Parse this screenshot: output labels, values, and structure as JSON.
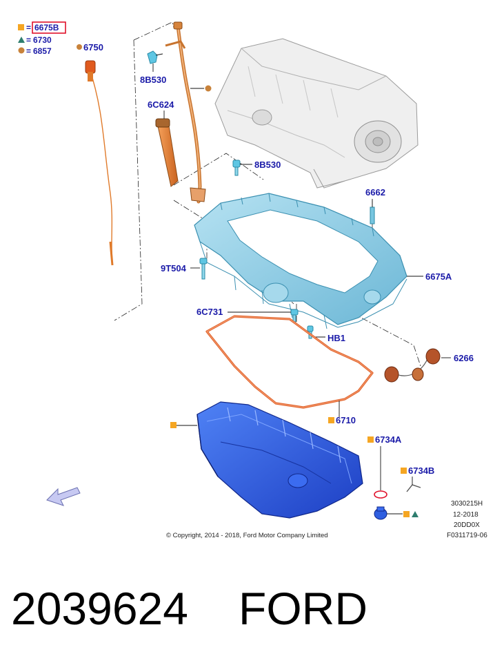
{
  "legend": {
    "square": {
      "label": "6675B",
      "symbol": "=",
      "color": "#f5a623"
    },
    "triangle": {
      "label": "6730",
      "symbol": "=",
      "color": "#2e7d6e"
    },
    "circle": {
      "label": "6857",
      "symbol": "=",
      "color": "#c8823a"
    }
  },
  "callouts": {
    "p6750": "6750",
    "p8B530a": "8B530",
    "p6C624": "6C624",
    "p8B530b": "8B530",
    "p6662": "6662",
    "p9T504": "9T504",
    "p6675A": "6675A",
    "p6C731": "6C731",
    "pHB1": "HB1",
    "p6266": "6266",
    "p6710": "6710",
    "p6734A": "6734A",
    "p6734B": "6734B"
  },
  "meta": {
    "line1": "3030215H",
    "line2": "12-2018",
    "line3": "20DD0X",
    "line4": "F0311719-06"
  },
  "copyright": "© Copyright, 2014 - 2018, Ford Motor Company Limited",
  "caption": {
    "part_number": "2039624",
    "brand": "FORD"
  },
  "colors": {
    "callout_text": "#1a1aa8",
    "legend_highlight": "#e0102a",
    "upper_pan": "#8fcde6",
    "lower_pan": "#2f5fe0",
    "gasket": "#e0622a",
    "dipstick": "#e07a2a",
    "engine_block": "#eeeeee"
  }
}
